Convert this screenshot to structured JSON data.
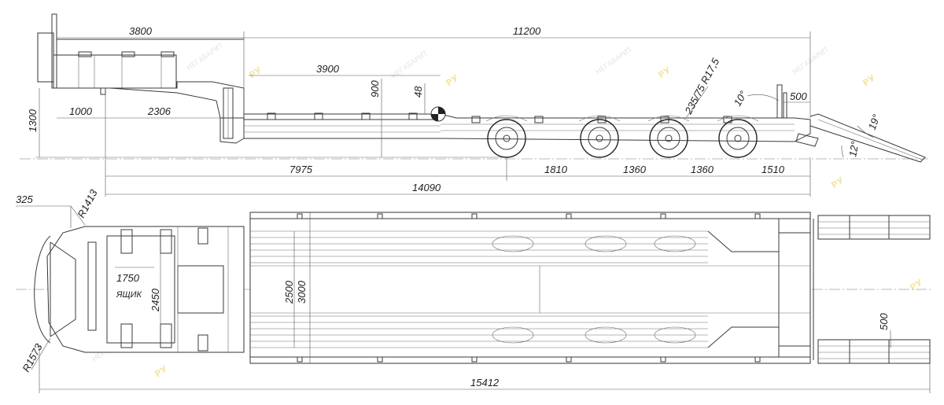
{
  "side_view": {
    "dimensions": {
      "gooseneck_length": "3800",
      "deck_length": "11200",
      "well_length": "3900",
      "platform_height": "900",
      "deck_height": "48",
      "overall_height": "1300",
      "kingpin_offset": "1000",
      "kingpin_to_step": "2306",
      "kingpin_to_first_axle": "7975",
      "axle_spacing_1": "1810",
      "axle_spacing_2": "1360",
      "axle_spacing_3": "1360",
      "rear_overhang": "1510",
      "wheelbase_total": "14090",
      "tire_size": "235/75 R17,5",
      "rear_deck_angle": "10°",
      "ramp_offset": "500",
      "ramp_angle": "19°",
      "departure_angle": "12°"
    }
  },
  "top_view": {
    "dimensions": {
      "front_offset": "325",
      "swing_radius_inner": "R1413",
      "swing_radius_outer": "R1573",
      "box_length": "1750",
      "box_label": "ЯЩИК",
      "gooseneck_width": "2450",
      "inner_width": "2500",
      "outer_width": "3000",
      "ramp_width": "500",
      "overall_length": "15412"
    }
  },
  "watermark": {
    "text": "НЕГАБАРИТ",
    "logo": "РУ"
  },
  "colors": {
    "line": "#3a3a3a",
    "dimension_text": "#1f1f1f",
    "watermark_logo": "#f3e7a6"
  }
}
